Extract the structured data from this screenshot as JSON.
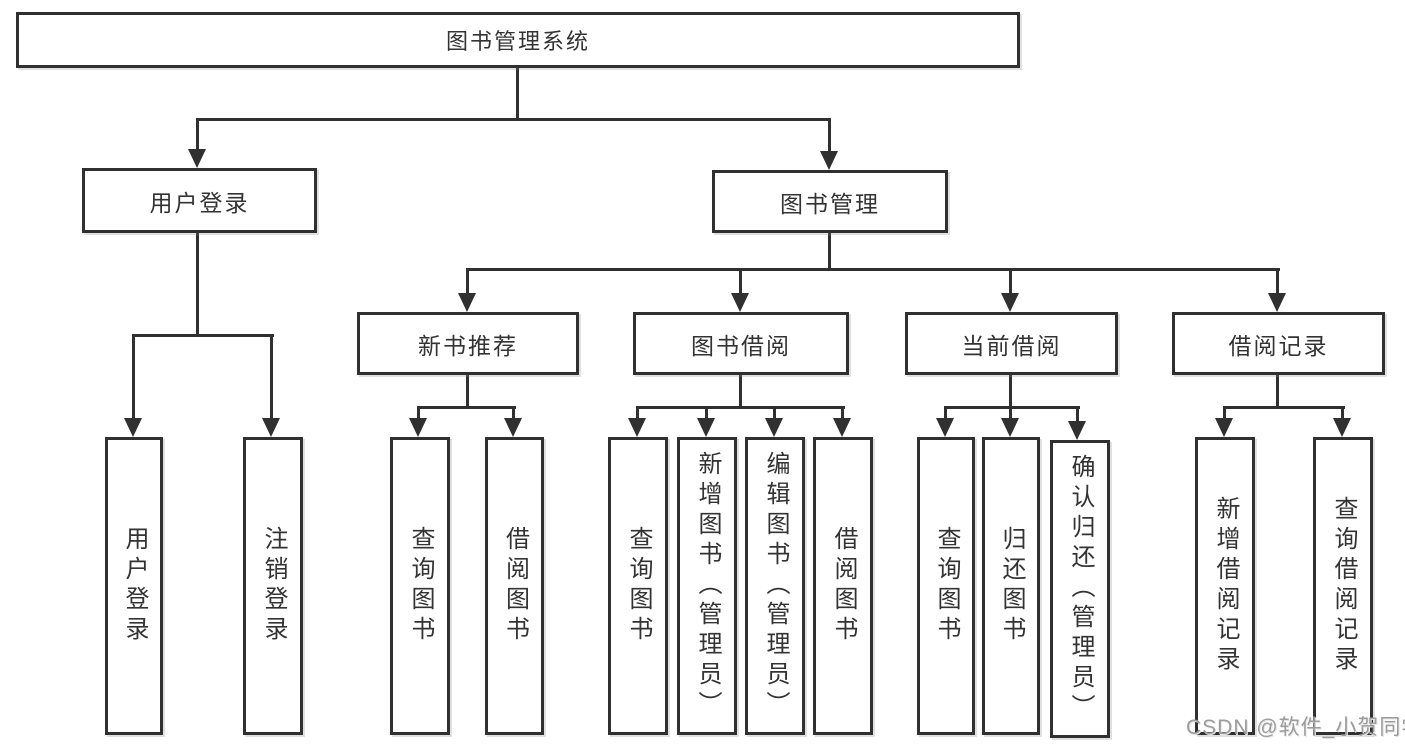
{
  "tree": {
    "root": {
      "label": "图书管理系统"
    },
    "branches": [
      {
        "label": "用户登录",
        "leaves": [
          {
            "label": "用户登录"
          },
          {
            "label": "注销登录"
          }
        ]
      },
      {
        "label": "图书管理",
        "groups": [
          {
            "label": "新书推荐",
            "leaves": [
              {
                "label": "查询图书"
              },
              {
                "label": "借阅图书"
              }
            ]
          },
          {
            "label": "图书借阅",
            "leaves": [
              {
                "label": "查询图书"
              },
              {
                "label": "新增图书（管理员）"
              },
              {
                "label": "编辑图书（管理员）"
              },
              {
                "label": "借阅图书"
              }
            ]
          },
          {
            "label": "当前借阅",
            "leaves": [
              {
                "label": "查询图书"
              },
              {
                "label": "归还图书"
              },
              {
                "label": "确认归还（管理员）"
              }
            ]
          },
          {
            "label": "借阅记录",
            "leaves": [
              {
                "label": "新增借阅记录"
              },
              {
                "label": "查询借阅记录"
              }
            ]
          }
        ]
      }
    ]
  },
  "watermark": {
    "text": "CSDN @软件_小贺同学"
  },
  "colors": {
    "line": "#303030",
    "text": "#333333",
    "watermark": "#9c9c9c",
    "background": "#ffffff"
  }
}
